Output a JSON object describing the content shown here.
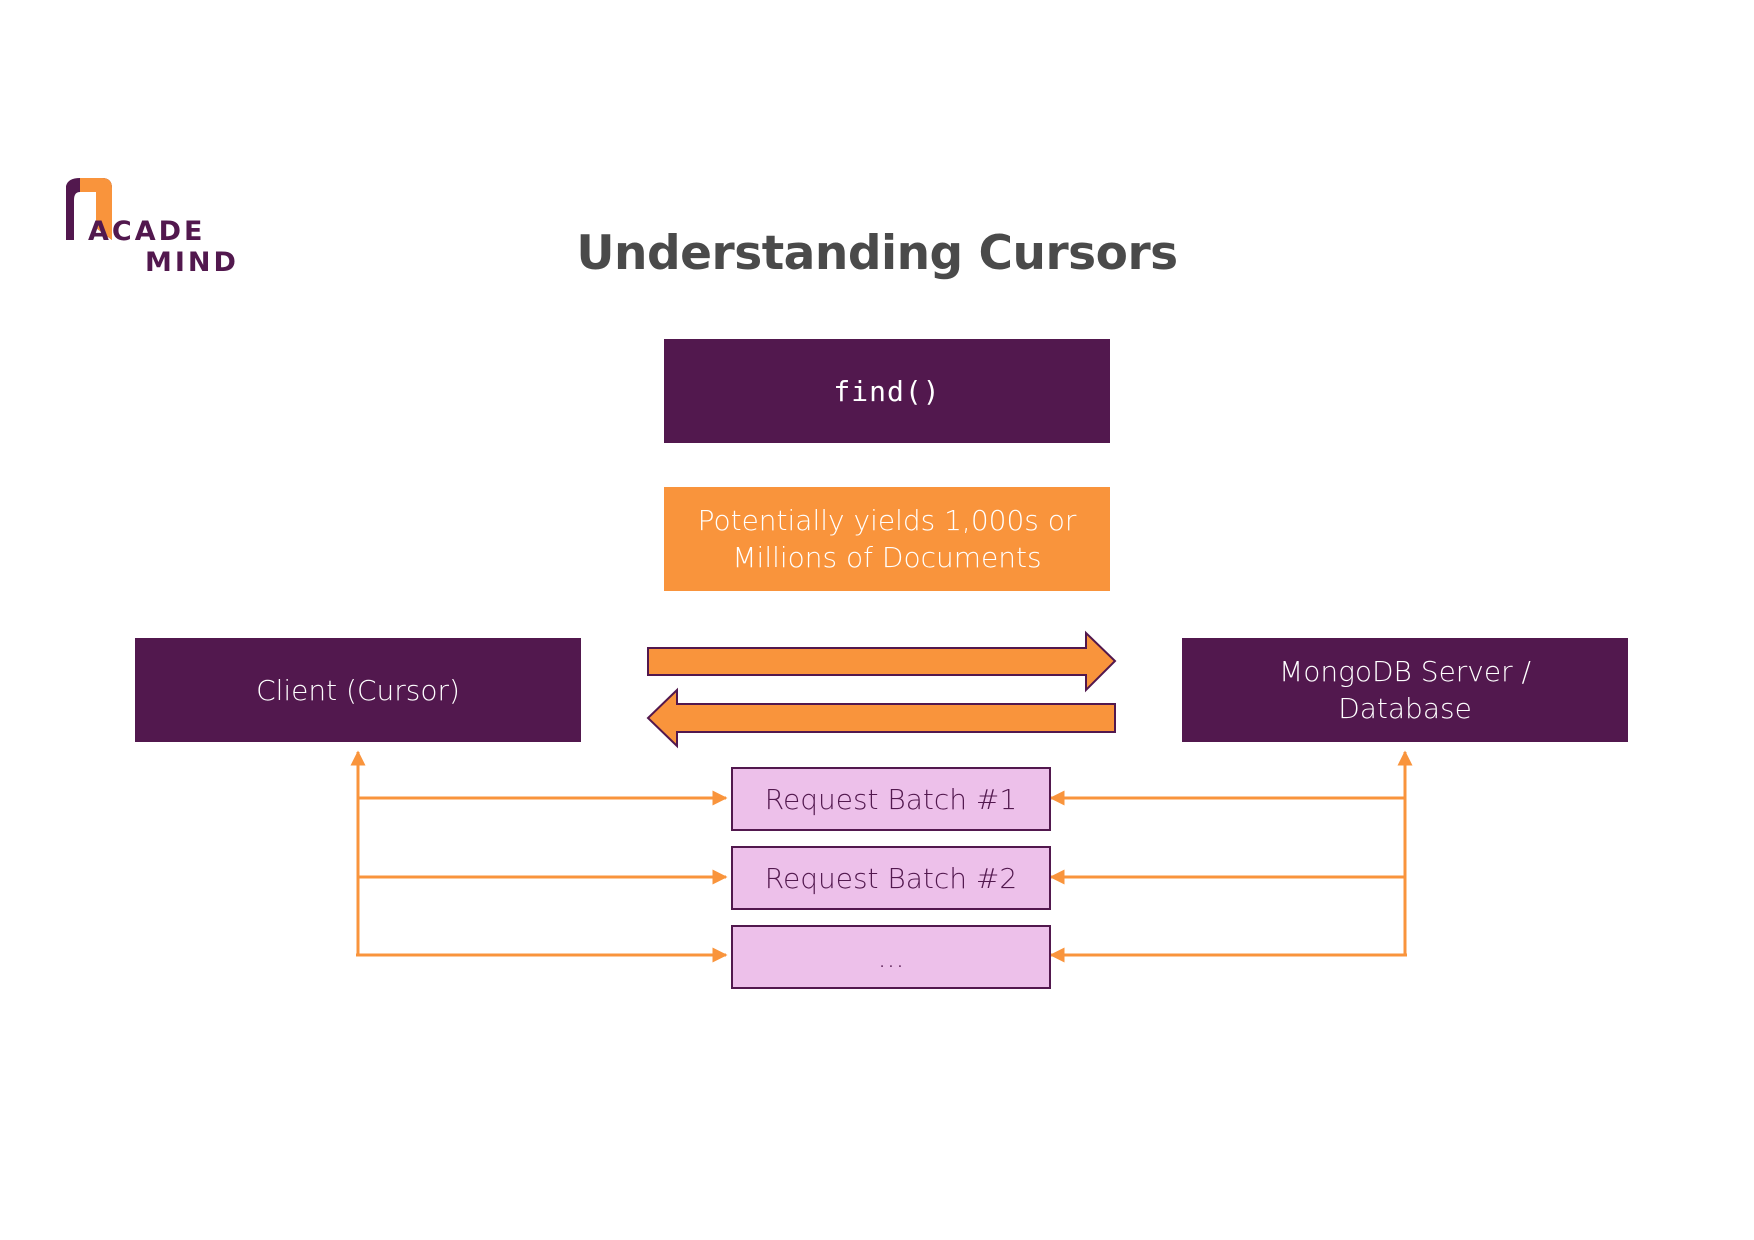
{
  "logo": {
    "line1": "ACADE",
    "line2": "MIND"
  },
  "title": "Understanding Cursors",
  "find_box": "find()",
  "yields_box": {
    "line1": "Potentially yields 1,000s or",
    "line2": "Millions of Documents"
  },
  "client_box": "Client (Cursor)",
  "server_box": {
    "line1": "MongoDB Server /",
    "line2": "Database"
  },
  "batches": [
    "Request Batch #1",
    "Request Batch #2",
    "..."
  ],
  "colors": {
    "purple": "#52184e",
    "orange": "#f9943c",
    "pink": "#edc0ea",
    "title": "#4a4a4a"
  }
}
